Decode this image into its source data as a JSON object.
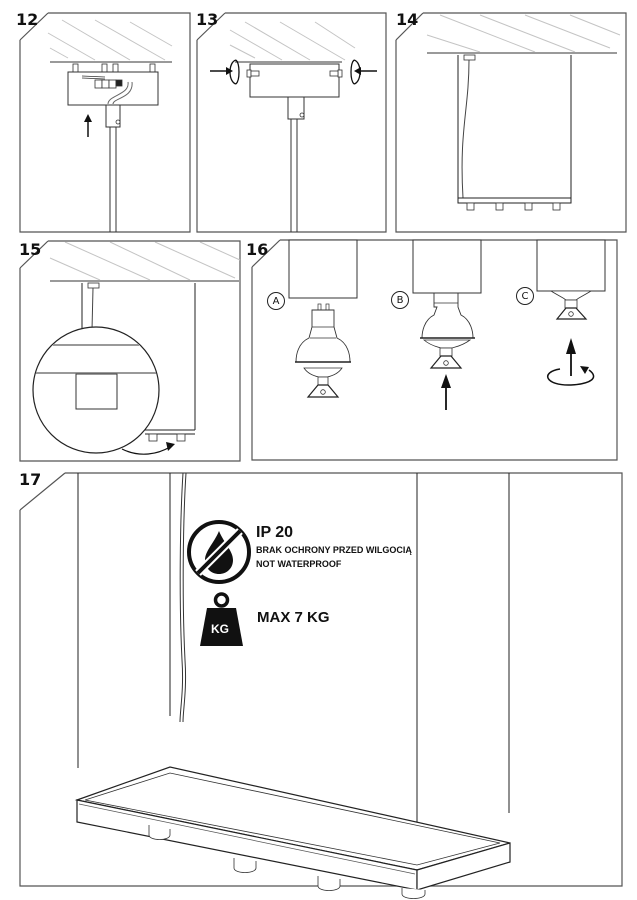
{
  "document": {
    "type": "assembly-instructions",
    "steps": [
      {
        "number": "12",
        "description": "Push canopy up to ceiling bracket over wiring",
        "arrow": "up"
      },
      {
        "number": "13",
        "description": "Tighten side screws on canopy",
        "arrows": [
          "screw-left",
          "screw-right"
        ]
      },
      {
        "number": "14",
        "description": "Lamp suspended on cables from ceiling"
      },
      {
        "number": "15",
        "description": "Detail zoom of lamp bar with spotlight housings"
      },
      {
        "number": "16",
        "description": "Insert GU10 bulb and retaining ring",
        "substeps": [
          {
            "label": "A"
          },
          {
            "label": "B"
          },
          {
            "label": "C"
          }
        ]
      },
      {
        "number": "17",
        "description": "Finished suspended lamp"
      }
    ],
    "warnings": {
      "ip_rating": "IP 20",
      "ip_text_pl": "BRAK OCHRONY PRZED WILGOCIĄ",
      "ip_text_en": "NOT WATERPROOF",
      "weight_icon_text": "KG",
      "weight_text": "MAX 7 KG"
    }
  },
  "colors": {
    "line": "#222222",
    "frame": "#555555",
    "hatch": "#bdbdbd",
    "ceiling": "#9a9a9a",
    "icon": "#111111"
  }
}
